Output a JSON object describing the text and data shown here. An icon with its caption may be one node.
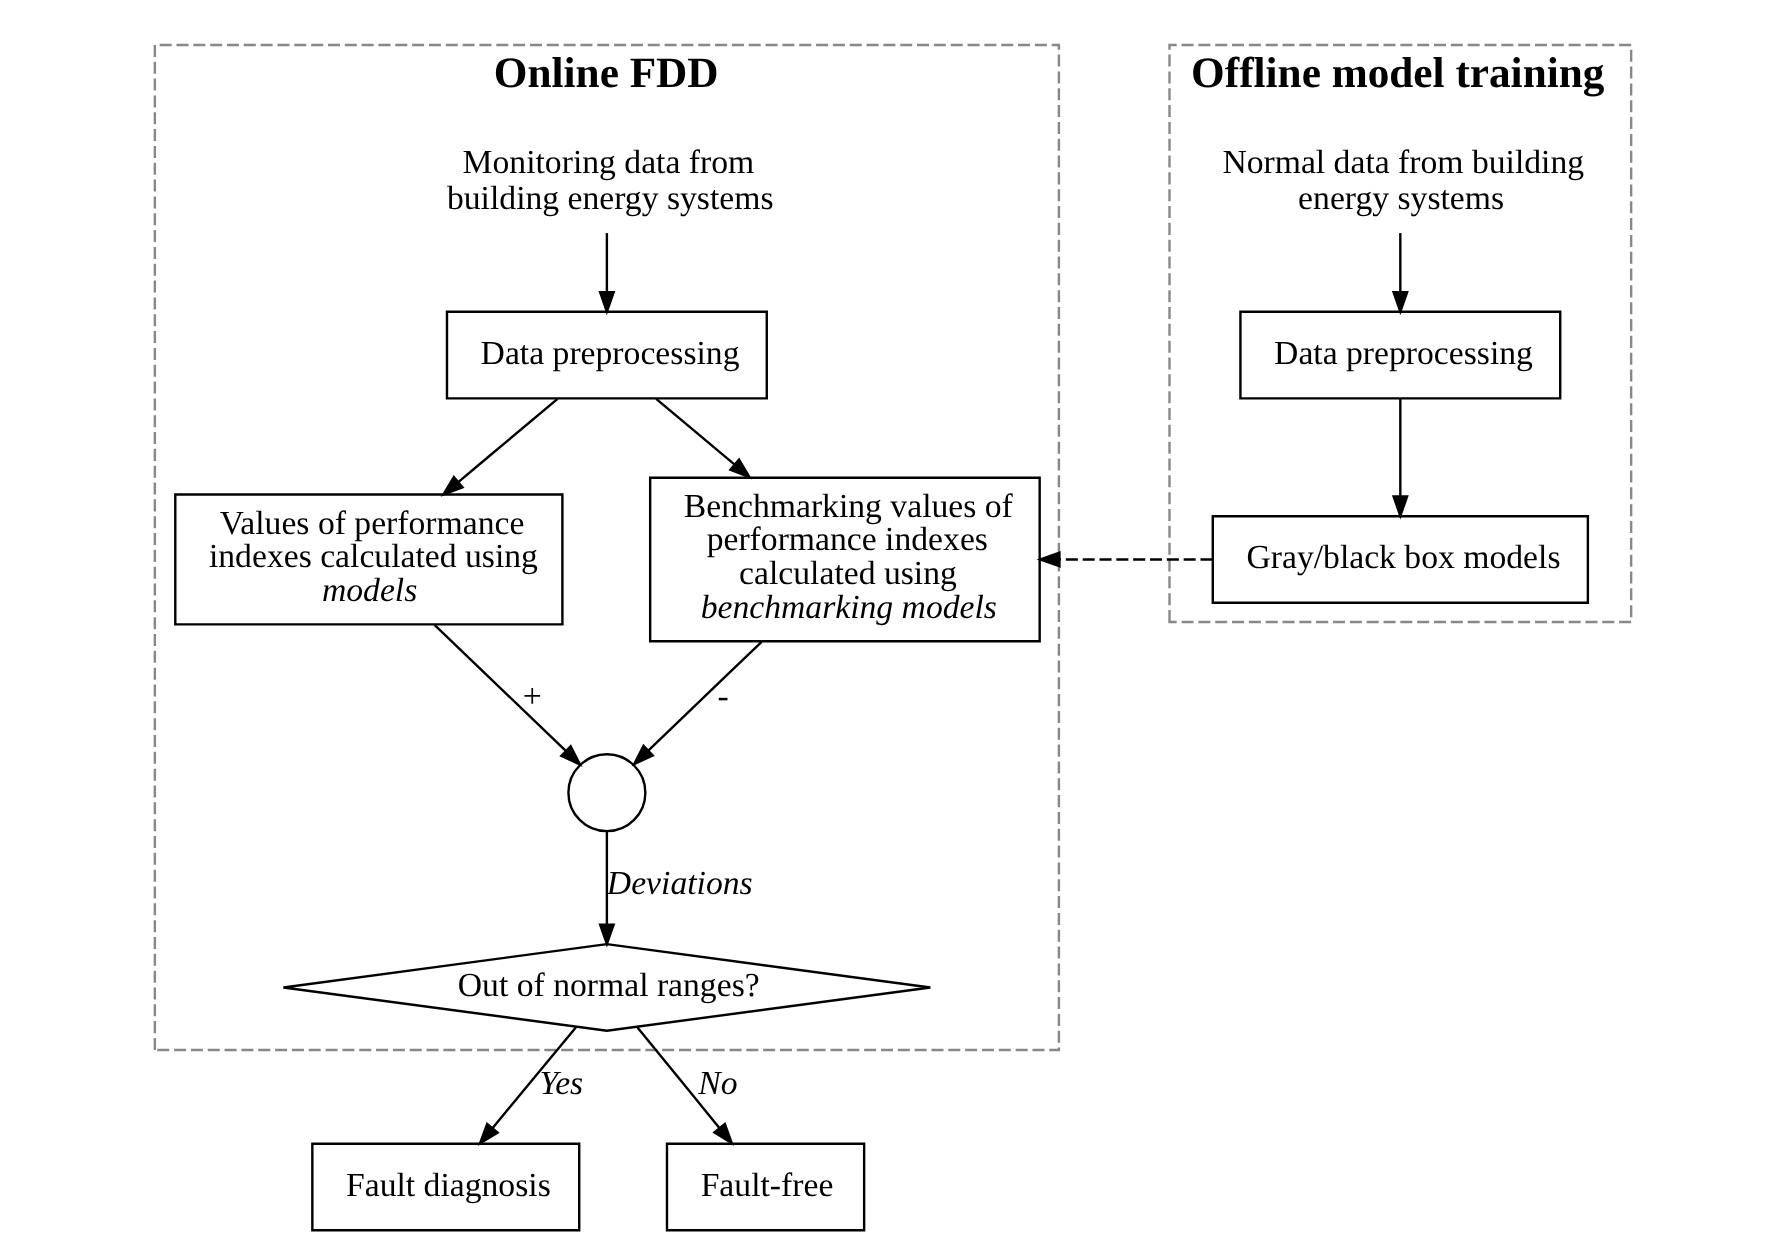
{
  "diagram": {
    "nodes": [
      {
        "text": [
          "Online FDD"
        ]
      },
      {
        "text": [
          "Monitoring data from building energy systems"
        ],
        "in": 0
      },
      {
        "text": [
          "Data preprocessing"
        ],
        "in": 0
      },
      {
        "text": [
          "Values of performance indexes calculated using *models*"
        ],
        "in": 0
      },
      {
        "text": [
          "Benchmarking values of performance indexes calculated using *benchmarking models*"
        ],
        "in": 0
      },
      {
        "text": [],
        "shape": "circle",
        "in": 0
      },
      {
        "text": [
          "Out of normal ranges?"
        ],
        "in": 0
      },
      {
        "text": [
          "Fault diagnosis"
        ]
      },
      {
        "text": [
          "Fault-free"
        ]
      },
      {
        "text": [
          "Offline model training"
        ]
      },
      {
        "text": [
          "Normal data from building energy systems"
        ],
        "in": 9
      },
      {
        "text": [
          "Data preprocessing"
        ],
        "in": 9
      },
      {
        "text": [
          "Gray/black box models"
        ],
        "in": 9
      }
    ],
    "edges": [
      {
        "from": 1,
        "to": 2,
        "arrow": "to"
      },
      {
        "from": 2,
        "to": 3,
        "arrow": "to"
      },
      {
        "from": 2,
        "to": 4,
        "arrow": "to"
      },
      {
        "from": 3,
        "to": 5,
        "arrow": "to",
        "label": "+"
      },
      {
        "from": 4,
        "to": 5,
        "arrow": "to",
        "label": "-"
      },
      {
        "from": 5,
        "to": 6,
        "arrow": "to",
        "label": "*Deviations*"
      },
      {
        "from": 6,
        "to": 7,
        "arrow": "to",
        "label": "*Yes*"
      },
      {
        "from": 6,
        "to": 8,
        "arrow": "to",
        "label": "*No*"
      },
      {
        "from": 10,
        "to": 11,
        "arrow": "to"
      },
      {
        "from": 11,
        "to": 12,
        "arrow": "to"
      },
      {
        "from": 12,
        "to": 4,
        "arrow": "to",
        "style": "dashed"
      }
    ]
  }
}
